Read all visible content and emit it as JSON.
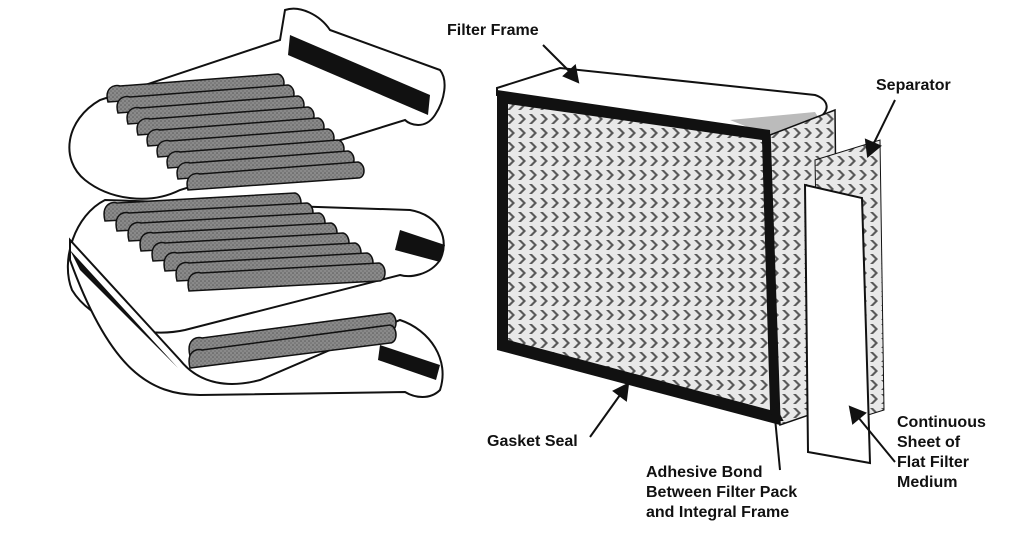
{
  "labels": {
    "filter_frame": "Filter Frame",
    "separator": "Separator",
    "gasket_seal": "Gasket Seal",
    "adhesive_bond": [
      "Adhesive Bond",
      "Between Filter Pack",
      "and Integral Frame"
    ],
    "continuous_sheet": [
      "Continuous",
      "Sheet of",
      "Flat Filter",
      "Medium"
    ]
  },
  "colors": {
    "ink": "#111111",
    "corrugation": "#7a7a7a",
    "paper": "#ffffff"
  }
}
